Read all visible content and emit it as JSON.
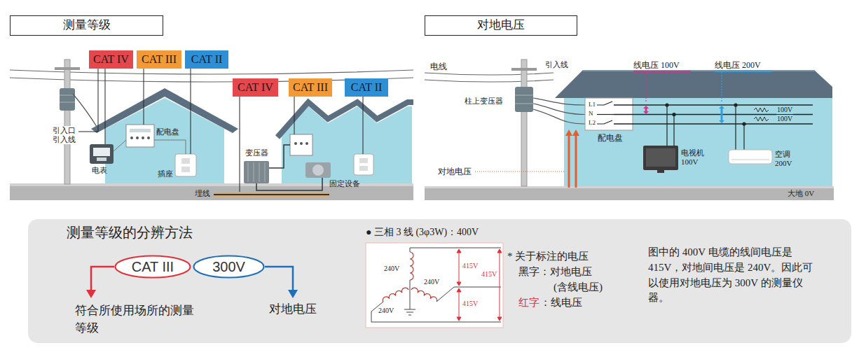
{
  "diagram": {
    "nodes": [
      {
        "text": [
          "测量等级"
        ]
      },
      {
        "text": [
          "对地电压"
        ]
      },
      {
        "text": [
          "CAT IV"
        ]
      },
      {
        "text": [
          "CAT III"
        ]
      },
      {
        "text": [
          "CAT II"
        ]
      },
      {
        "text": [
          "CAT IV"
        ]
      },
      {
        "text": [
          "CAT III"
        ]
      },
      {
        "text": [
          "CAT II"
        ]
      },
      {
        "text": [
          "测量等级的分辨方法"
        ]
      },
      {
        "text": [
          "CAT III"
        ],
        "in": 8
      },
      {
        "text": [
          "300V"
        ],
        "in": 8
      }
    ],
    "labels": [
      "引入口",
      "引入线",
      "电表",
      "配电盘",
      "插座",
      "变压器",
      "埋线",
      "固定设备",
      "电线",
      "引入线",
      "柱上变压器",
      "线电压 100V",
      "线电压 200V",
      "L1",
      "N",
      "L2",
      "配电盘",
      "100V",
      "100V",
      "电视机 100V",
      "空调 200V",
      "对地电压",
      "大地 0V",
      "符合所使用场所的测量等级",
      "对地电压",
      "● 三相 3 线 (3φ3W)：400V",
      "240V",
      "240V",
      "240V",
      "415V",
      "415V",
      "415V",
      "* 关于标注的电压",
      "黑字：对地电压",
      "(含线电压)",
      "红字",
      "：线电压",
      "图中的 400V 电缆的线间电压是 415V，对地间电压是 240V。因此可以使用对地电压为 300V 的测量仪器。"
    ]
  }
}
